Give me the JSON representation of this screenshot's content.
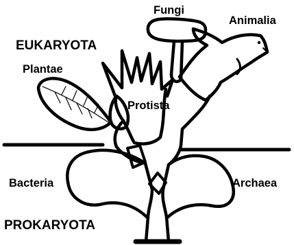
{
  "diagram": {
    "domains": {
      "eukaryota": "EUKARYOTA",
      "prokaryota": "PROKARYOTA"
    },
    "kingdoms": {
      "fungi": "Fungi",
      "animalia": "Animalia",
      "plantae": "Plantae",
      "protista": "Protista",
      "bacteria": "Bacteria",
      "archaea": "Archaea"
    },
    "colors": {
      "ink": "#000000",
      "background": "#ffffff"
    }
  }
}
